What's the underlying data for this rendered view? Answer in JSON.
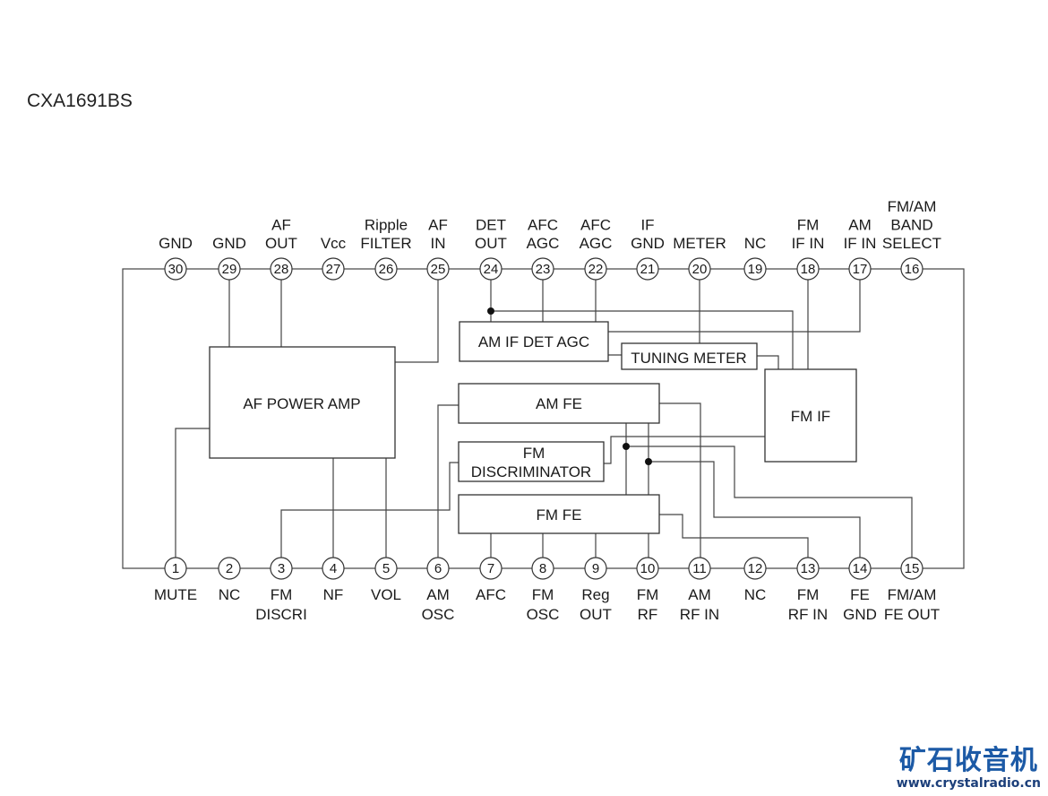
{
  "title": "CXA1691BS",
  "blocks": {
    "af_power_amp": "AF POWER AMP",
    "am_if_det_agc": "AM IF DET AGC",
    "tuning_meter": "TUNING METER",
    "am_fe": "AM FE",
    "fm_discriminator": [
      "FM",
      "DISCRIMINATOR"
    ],
    "fm_fe": "FM FE",
    "fm_if": "FM IF"
  },
  "pins_top": [
    {
      "num": "30",
      "label": [
        "GND"
      ]
    },
    {
      "num": "29",
      "label": [
        "GND"
      ]
    },
    {
      "num": "28",
      "label": [
        "AF",
        "OUT"
      ]
    },
    {
      "num": "27",
      "label": [
        "Vcc"
      ]
    },
    {
      "num": "26",
      "label": [
        "Ripple",
        "FILTER"
      ]
    },
    {
      "num": "25",
      "label": [
        "AF",
        "IN"
      ]
    },
    {
      "num": "24",
      "label": [
        "DET",
        "OUT"
      ]
    },
    {
      "num": "23",
      "label": [
        "AFC",
        "AGC"
      ]
    },
    {
      "num": "22",
      "label": [
        "AFC",
        "AGC"
      ]
    },
    {
      "num": "21",
      "label": [
        "IF",
        "GND"
      ]
    },
    {
      "num": "20",
      "label": [
        "METER"
      ]
    },
    {
      "num": "19",
      "label": [
        "NC"
      ]
    },
    {
      "num": "18",
      "label": [
        "FM",
        "IF IN"
      ]
    },
    {
      "num": "17",
      "label": [
        "AM",
        "IF IN"
      ]
    },
    {
      "num": "16",
      "label": [
        "FM/AM",
        "BAND",
        "SELECT"
      ]
    }
  ],
  "pins_bottom": [
    {
      "num": "1",
      "label": [
        "MUTE"
      ]
    },
    {
      "num": "2",
      "label": [
        "NC"
      ]
    },
    {
      "num": "3",
      "label": [
        "FM",
        "DISCRI"
      ]
    },
    {
      "num": "4",
      "label": [
        "NF"
      ]
    },
    {
      "num": "5",
      "label": [
        "VOL"
      ]
    },
    {
      "num": "6",
      "label": [
        "AM",
        "OSC"
      ]
    },
    {
      "num": "7",
      "label": [
        "AFC"
      ]
    },
    {
      "num": "8",
      "label": [
        "FM",
        "OSC"
      ]
    },
    {
      "num": "9",
      "label": [
        "Reg",
        "OUT"
      ]
    },
    {
      "num": "10",
      "label": [
        "FM",
        "RF"
      ]
    },
    {
      "num": "11",
      "label": [
        "AM",
        "RF IN"
      ]
    },
    {
      "num": "12",
      "label": [
        "NC"
      ]
    },
    {
      "num": "13",
      "label": [
        "FM",
        "RF IN"
      ]
    },
    {
      "num": "14",
      "label": [
        "FE",
        "GND"
      ]
    },
    {
      "num": "15",
      "label": [
        "FM/AM",
        "FE OUT"
      ]
    }
  ],
  "watermark": {
    "cn": "矿石收音机",
    "url": "www.crystalradio.cn"
  }
}
